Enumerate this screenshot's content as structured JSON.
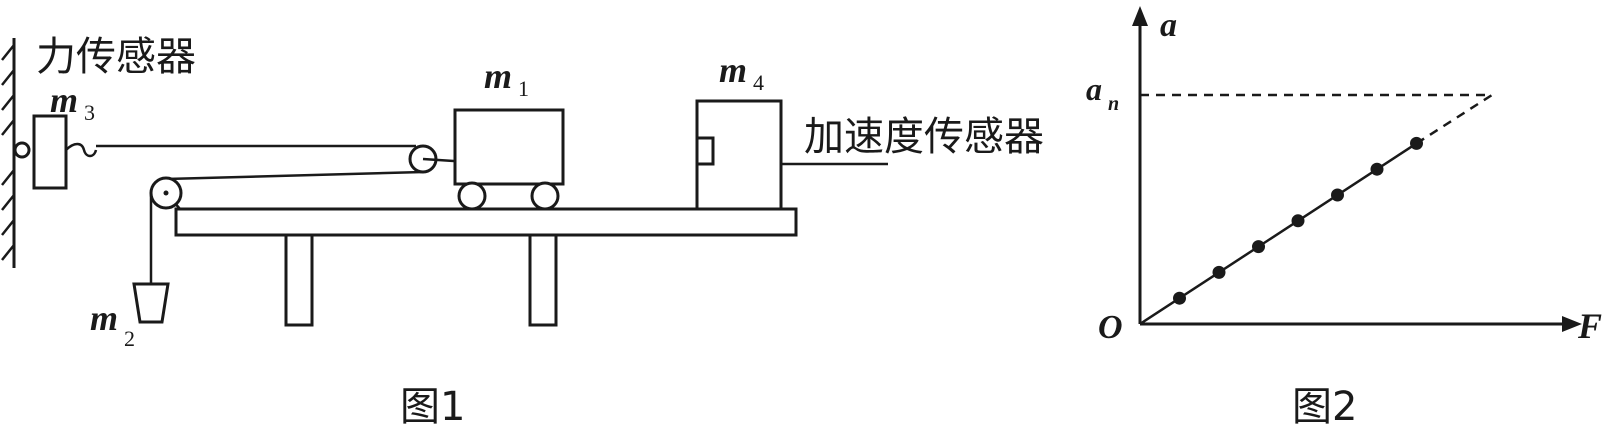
{
  "figure1": {
    "force_sensor_label": "力传感器",
    "accel_sensor_label": "加速度传感器",
    "m1": {
      "sym": "m",
      "sub": "1"
    },
    "m2": {
      "sym": "m",
      "sub": "2"
    },
    "m3": {
      "sym": "m",
      "sub": "3"
    },
    "m4": {
      "sym": "m",
      "sub": "4"
    },
    "caption": "图1"
  },
  "figure2": {
    "y_axis_label": "a",
    "x_axis_label": "F",
    "origin_label": "O",
    "an_label": {
      "sym": "a",
      "sub": "n"
    },
    "caption": "图2"
  },
  "chart_data": {
    "type": "scatter",
    "x": [
      1,
      2,
      3,
      4,
      5,
      6,
      7
    ],
    "y": [
      1,
      2,
      3,
      4,
      5,
      6,
      7
    ],
    "fit_line": "solid through origin to last point, dashed extension to a_n",
    "xlabel": "F",
    "ylabel": "a",
    "asymptote_label": "a_n",
    "grid": false
  }
}
